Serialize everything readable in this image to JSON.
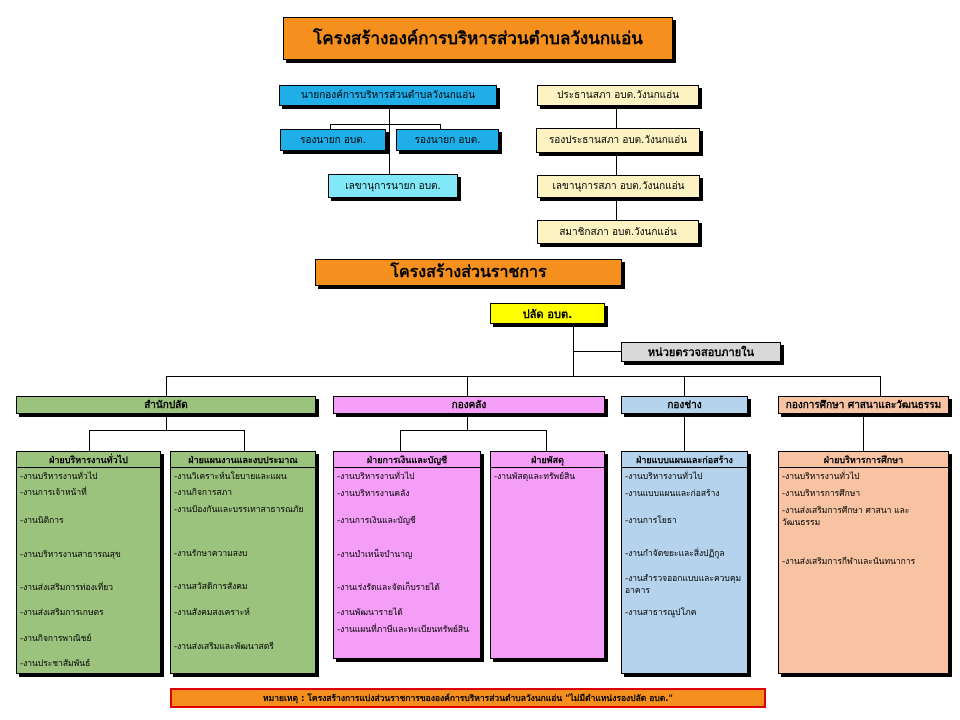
{
  "title": "โครงสร้างองค์การบริหารส่วนตำบลวังนกแอ่น",
  "executive": {
    "mayor": "นายกองค์การบริหารส่วนตำบลวังนกแอ่น",
    "deputy_left": "รองนายก อบต.",
    "deputy_right": "รองนายก อบต.",
    "secretary": "เลขานุการนายก อบต."
  },
  "council": {
    "chair": "ประธานสภา อบต.วังนกแอ่น",
    "vice_chair": "รองประธานสภา อบต.วังนกแอ่น",
    "secretary": "เลขานุการสภา อบต.วังนกแอ่น",
    "member": "สมาชิกสภา อบต.วังนกแอ่น"
  },
  "admin_title": "โครงสร้างส่วนราชการ",
  "palad": "ปลัด อบต.",
  "audit": "หน่วยตรวจสอบภายใน",
  "divisions": {
    "office": "สำนักปลัด",
    "finance": "กองคลัง",
    "engineering": "กองช่าง",
    "education": "กองการศึกษา ศาสนาและวัฒนธรรม"
  },
  "sections": [
    {
      "title": "ฝ่ายบริหารงานทั่วไป",
      "items": [
        "-งานบริหารงานทั่วไป",
        "-งานการเจ้าหน้าที่",
        "-งานนิติการ",
        "-งานบริหารงานสาธารณสุข",
        "-งานส่งเสริมการท่องเที่ยว",
        "-งานส่งเสริมการเกษตร",
        "-งานกิจการพาณิชย์",
        "-งานประชาสัมพันธ์"
      ]
    },
    {
      "title": "ฝ่ายแผนงานและงบประมาณ",
      "items": [
        "-งานวิเคราะห์นโยบายและแผน",
        "-งานกิจการสภา",
        "-งานป้องกันและบรรเทาสาธารณภัย",
        "-งานรักษาความสงบ",
        "-งานสวัสดิการสังคม",
        "-งานสังคมสงเคราะห์",
        "-งานส่งเสริมและพัฒนาสตรี"
      ]
    },
    {
      "title": "ฝ่ายการเงินและบัญชี",
      "items": [
        "-งานบริหารงานทั่วไป",
        "-งานบริหารงานคลัง",
        "-งานการเงินและบัญชี",
        "-งานบำเหน็จบำนาญ",
        "-งานเร่งรัดและจัดเก็บรายได้",
        "-งานพัฒนารายได้",
        "-งานแผนที่ภาษีและทะเบียนทรัพย์สิน"
      ]
    },
    {
      "title": "ฝ่ายพัสดุ",
      "items": [
        "-งานพัสดุและทรัพย์สิน"
      ]
    },
    {
      "title": "ฝ่ายแบบแผนและก่อสร้าง",
      "items": [
        "-งานบริหารงานทั่วไป",
        "-งานแบบแผนและก่อสร้าง",
        "-งานการโยธา",
        "-งานกำจัดขยะและสิ่งปฏิกูล",
        "-งานสำรวจออกแบบและควบคุมอาคาร",
        "-งานสาธารณูปโภค"
      ]
    },
    {
      "title": "ฝ่ายบริหารการศึกษา",
      "items": [
        "-งานบริหารงานทั่วไป",
        "-งานบริหารการศึกษา",
        "-งานส่งเสริมการศึกษา ศาสนา และวัฒนธรรม",
        "-งานส่งเสริมการกีฬาและนันทนาการ"
      ]
    }
  ],
  "note": "หมายเหตุ : โครงสร้างการแบ่งส่วนราชการขององค์การบริหารส่วนตำบลวังนกแอ่น \"ไม่มีตำแหน่งรองปลัด อบต.\"",
  "colors": {
    "orange": "#f5901f",
    "blue": "#1faee8",
    "light_blue": "#80e8f6",
    "cream": "#fdf3c2",
    "yellow": "#ffff00",
    "green": "#9bc37e",
    "pink": "#f49ef7",
    "sky": "#b5d3ec",
    "peach": "#f7c3a2",
    "note_border": "#e00000"
  }
}
